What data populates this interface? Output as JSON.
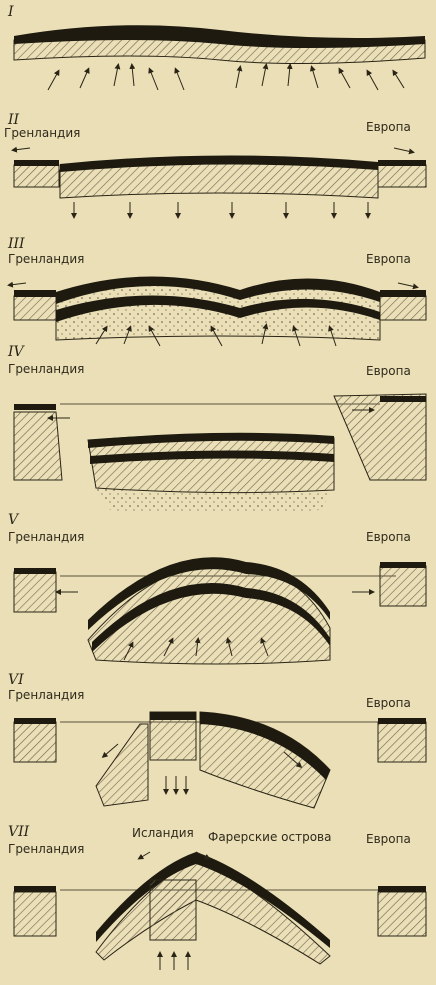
{
  "stages": [
    {
      "numeral": "I",
      "left": "",
      "right": "",
      "center": []
    },
    {
      "numeral": "II",
      "left": "Гренландия",
      "right": "Европа",
      "center": []
    },
    {
      "numeral": "III",
      "left": "Гренландия",
      "right": "Европа",
      "center": []
    },
    {
      "numeral": "IV",
      "left": "Гренландия",
      "right": "Европа",
      "center": []
    },
    {
      "numeral": "V",
      "left": "Гренландия",
      "right": "Европа",
      "center": []
    },
    {
      "numeral": "VI",
      "left": "Гренландия",
      "right": "Европа",
      "center": []
    },
    {
      "numeral": "VII",
      "left": "Гренландия",
      "right": "Европа",
      "center": [
        "Исландия",
        "Фарерские острова"
      ]
    }
  ],
  "colors": {
    "paper": "#eadfb6",
    "ink": "#2a2416",
    "hatch": "#6b6350"
  }
}
